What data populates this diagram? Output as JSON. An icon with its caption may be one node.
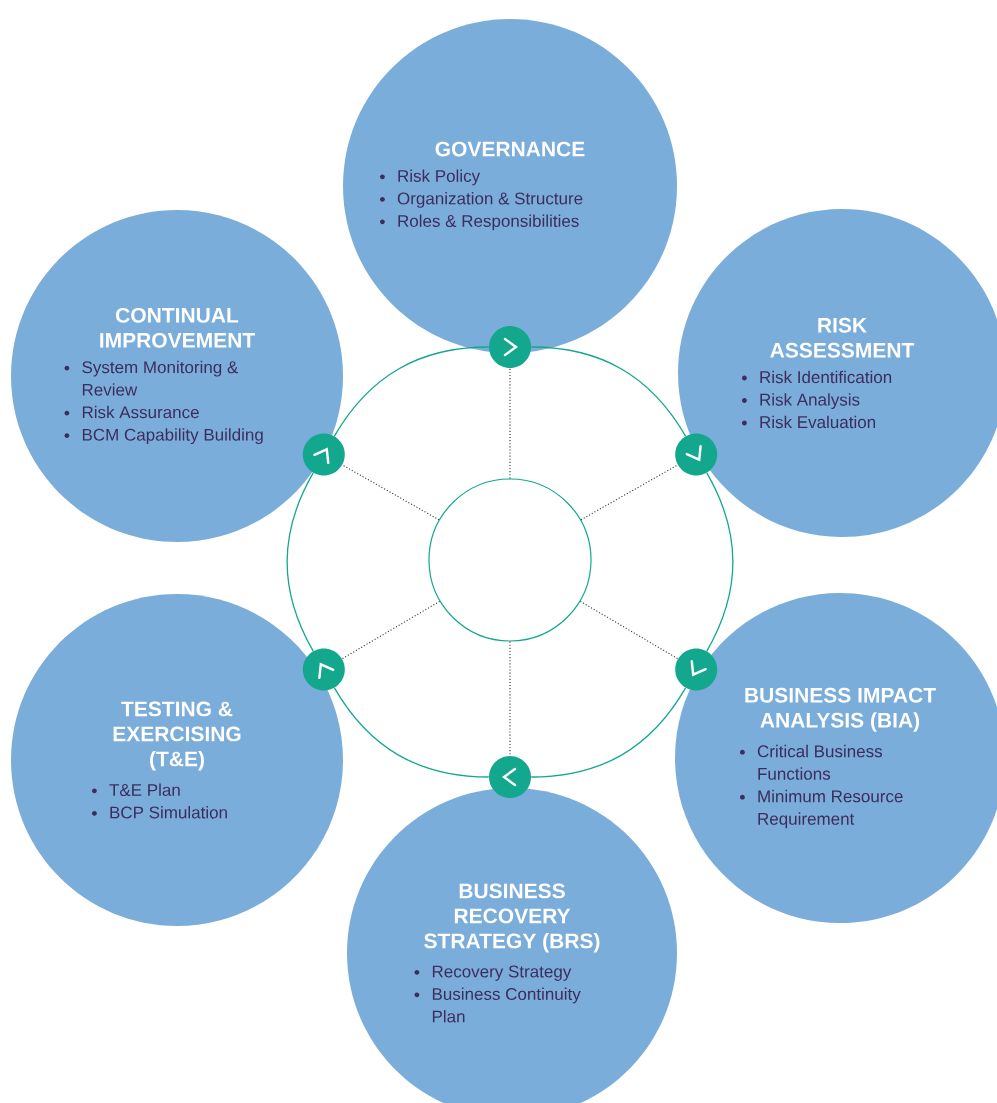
{
  "diagram": {
    "nodes": [
      {
        "text": [
          "GOVERNANCE",
          "Risk Policy",
          "Organization & Structure",
          "Roles & Responsibilities"
        ]
      },
      {
        "text": [
          "RISK ASSESSMENT",
          "Risk Identification",
          "Risk Analysis",
          "Risk Evaluation"
        ]
      },
      {
        "text": [
          "BUSINESS IMPACT ANALYSIS (BIA)",
          "Critical Business Functions",
          "Minimum Resource Requirement"
        ]
      },
      {
        "text": [
          "BUSINESS RECOVERY STRATEGY (BRS)",
          "Recovery Strategy",
          "Business Continuity Plan"
        ]
      },
      {
        "text": [
          "TESTING & EXERCISING (T&E)",
          "T&E Plan",
          "BCP Simulation"
        ]
      },
      {
        "text": [
          "CONTINUAL IMPROVEMENT",
          "System Monitoring & Review",
          "Risk Assurance",
          "BCM Capability Building"
        ]
      },
      {
        "text": [],
        "shape": "circle"
      },
      {
        "text": [],
        "shape": "circle"
      },
      {
        "text": [],
        "shape": "circle"
      },
      {
        "text": [],
        "shape": "circle"
      },
      {
        "text": [],
        "shape": "circle"
      },
      {
        "text": [],
        "shape": "circle"
      },
      {
        "text": [],
        "shape": "circle"
      }
    ],
    "edges": [
      {
        "from": 7,
        "to": 8,
        "arrow": "none"
      },
      {
        "from": 8,
        "to": 9,
        "arrow": "none"
      },
      {
        "from": 9,
        "to": 10,
        "arrow": "none"
      },
      {
        "from": 10,
        "to": 11,
        "arrow": "none"
      },
      {
        "from": 11,
        "to": 12,
        "arrow": "none"
      },
      {
        "from": 12,
        "to": 7,
        "arrow": "none"
      },
      {
        "from": 6,
        "to": 7,
        "arrow": "none",
        "style": "dashed",
        "color": "#333333"
      },
      {
        "from": 6,
        "to": 8,
        "arrow": "none",
        "style": "dashed",
        "color": "#333333"
      },
      {
        "from": 6,
        "to": 9,
        "arrow": "none",
        "style": "dashed",
        "color": "#333333"
      },
      {
        "from": 6,
        "to": 10,
        "arrow": "none",
        "style": "dashed",
        "color": "#333333"
      },
      {
        "from": 6,
        "to": 11,
        "arrow": "none",
        "style": "dashed",
        "color": "#333333"
      },
      {
        "from": 6,
        "to": 12,
        "arrow": "none",
        "style": "dashed",
        "color": "#333333"
      }
    ]
  }
}
